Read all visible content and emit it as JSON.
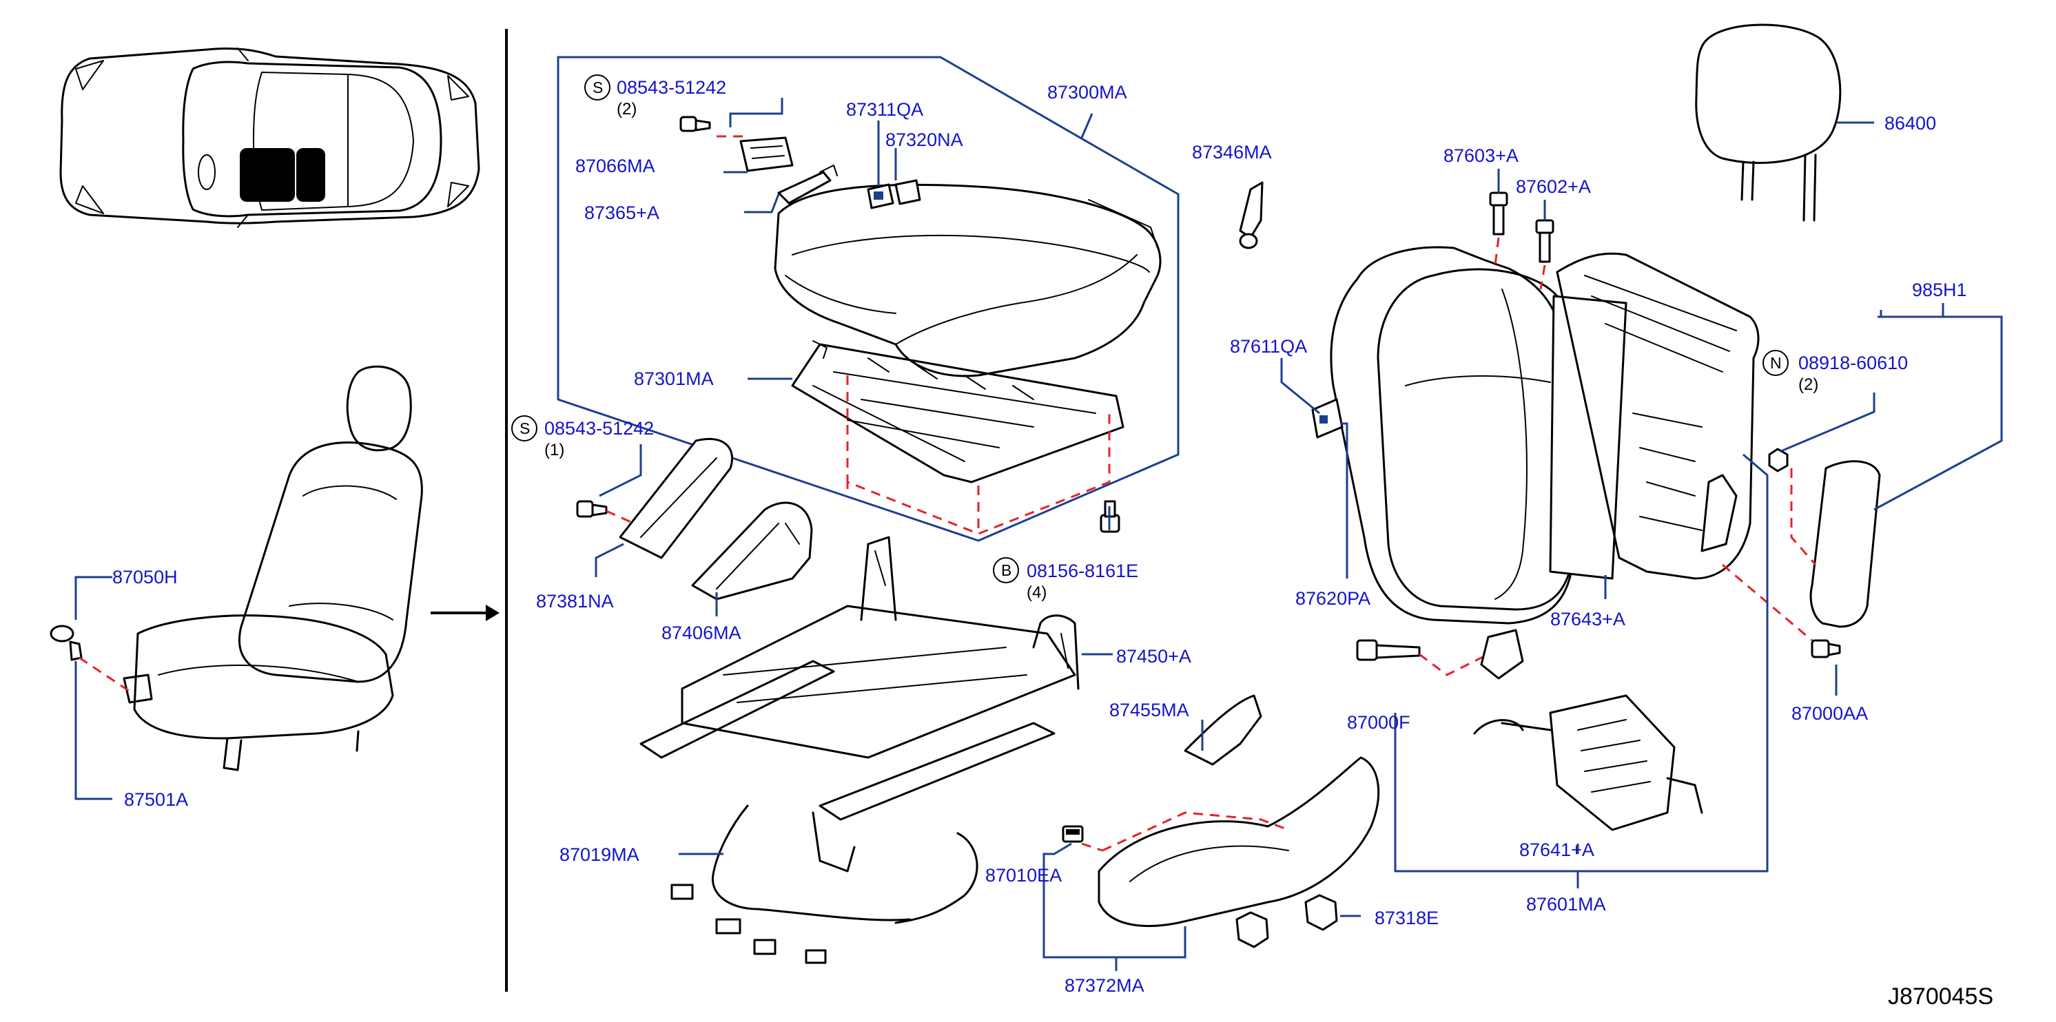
{
  "diagram_code": "J870045S",
  "parts": {
    "p86400": "86400",
    "p985H1": "985H1",
    "p87000AA": "87000AA",
    "p87000F": "87000F",
    "p87010EA": "87010EA",
    "p87019MA": "87019MA",
    "p87050H": "87050H",
    "p87066MA": "87066MA",
    "p87300MA": "87300MA",
    "p87301MA": "87301MA",
    "p87311QA": "87311QA",
    "p87318E": "87318E",
    "p87320NA": "87320NA",
    "p87346MA": "87346MA",
    "p87365A": "87365+A",
    "p87372MA": "87372MA",
    "p87381NA": "87381NA",
    "p87406MA": "87406MA",
    "p87450A": "87450+A",
    "p87455MA": "87455MA",
    "p87501A": "87501A",
    "p87601MA": "87601MA",
    "p87602A": "87602+A",
    "p87603A": "87603+A",
    "p87611QA": "87611QA",
    "p87620PA": "87620PA",
    "p87641A": "87641+A",
    "p87643A": "87643+A"
  },
  "fasteners": [
    {
      "symbol": "S",
      "part": "08543-51242",
      "qty": "(2)"
    },
    {
      "symbol": "S",
      "part": "08543-51242",
      "qty": "(1)"
    },
    {
      "symbol": "B",
      "part": "08156-8161E",
      "qty": "(4)"
    },
    {
      "symbol": "N",
      "part": "08918-60610",
      "qty": "(2)"
    }
  ]
}
